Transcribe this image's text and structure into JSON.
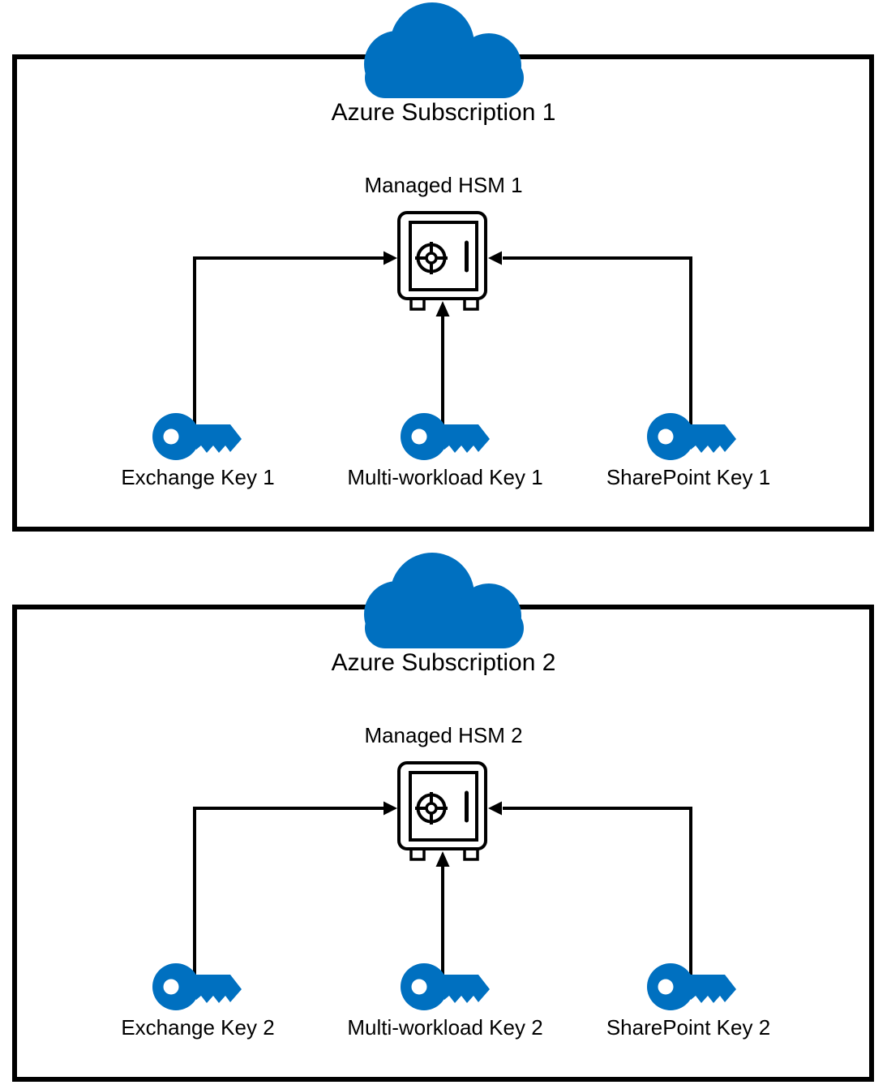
{
  "colors": {
    "azure_blue": "#0070C0",
    "outline_black": "#000000"
  },
  "icons": {
    "cloud": "cloud-icon",
    "hsm": "safe-icon",
    "key": "key-icon",
    "arrow": "arrowhead-icon"
  },
  "subscriptions": [
    {
      "title": "Azure Subscription 1",
      "hsm_label": "Managed HSM 1",
      "keys": [
        {
          "label": "Exchange Key 1"
        },
        {
          "label": "Multi-workload Key 1"
        },
        {
          "label": "SharePoint Key 1"
        }
      ]
    },
    {
      "title": "Azure Subscription 2",
      "hsm_label": "Managed HSM 2",
      "keys": [
        {
          "label": "Exchange Key 2"
        },
        {
          "label": "Multi-workload Key 2"
        },
        {
          "label": "SharePoint Key 2"
        }
      ]
    }
  ]
}
